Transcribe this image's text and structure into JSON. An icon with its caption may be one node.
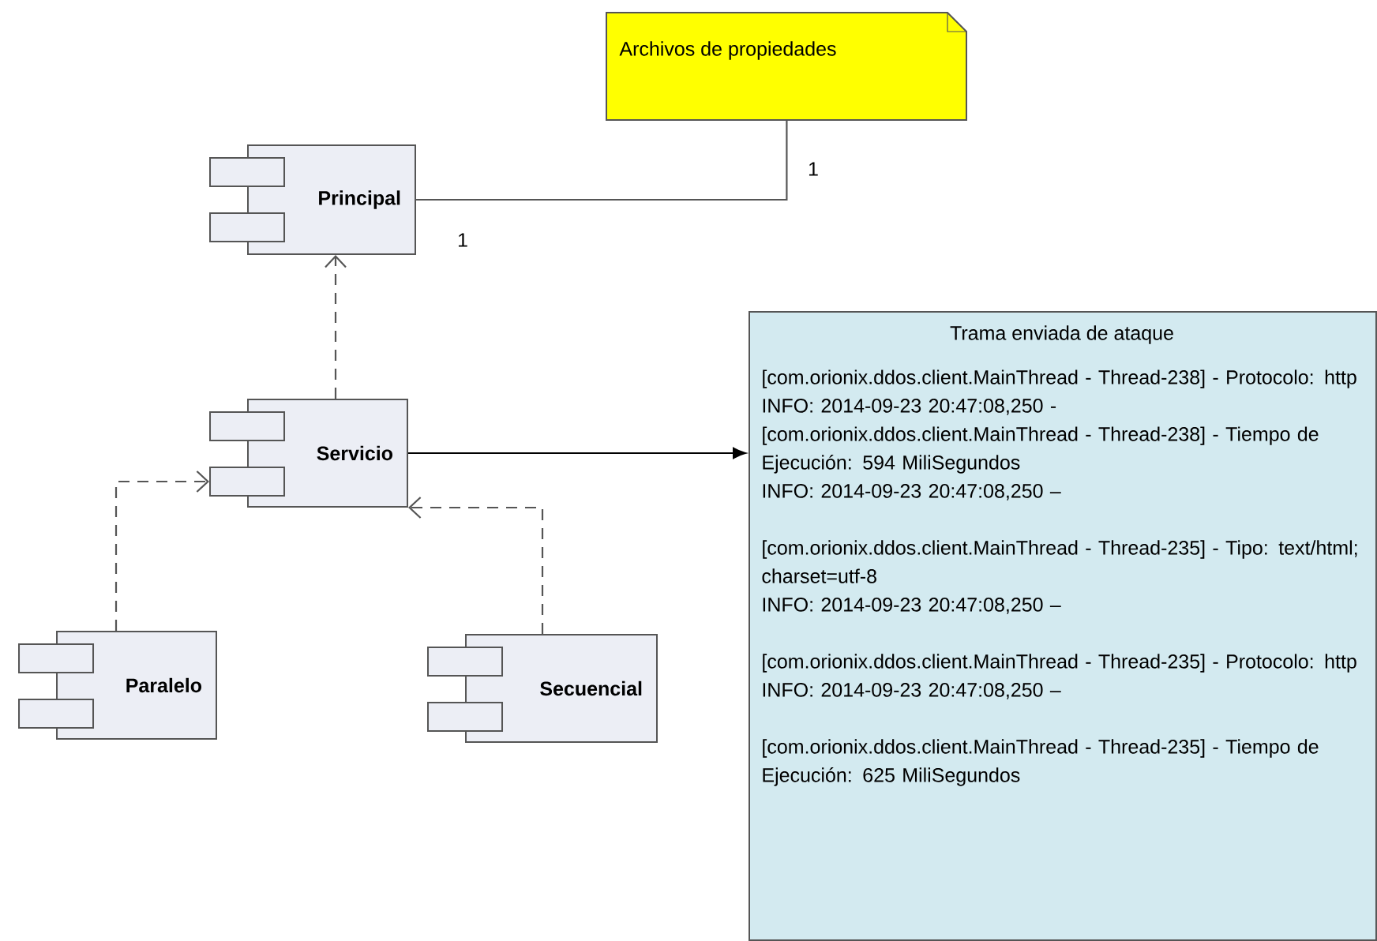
{
  "diagram": {
    "nodes": [
      {
        "text": [
          "Archivos de propiedades"
        ]
      },
      {
        "text": [
          "Principal"
        ]
      },
      {
        "text": [
          "Servicio"
        ]
      },
      {
        "text": [
          "Paralelo"
        ]
      },
      {
        "text": [
          "Secuencial"
        ]
      },
      {
        "text": [
          "Trama enviada de ataque",
          "[com.orionix.ddos.client.MainThread - Thread-238] - Protocolo: http",
          "INFO: 2014-09-23 20:47:08,250 -",
          "[com.orionix.ddos.client.MainThread - Thread-238] - Tiempo de Ejecución: 594 MiliSegundos",
          "INFO: 2014-09-23 20:47:08,250 –",
          "[com.orionix.ddos.client.MainThread - Thread-235] - Tipo: text/html; charset=utf-8",
          "INFO: 2014-09-23 20:47:08,250 –",
          "[com.orionix.ddos.client.MainThread - Thread-235] - Protocolo: http",
          "INFO: 2014-09-23 20:47:08,250 –",
          "[com.orionix.ddos.client.MainThread - Thread-235] - Tiempo de Ejecución: 625 MiliSegundos"
        ]
      }
    ],
    "edges": [
      {
        "from": 1,
        "to": 0,
        "arrow": "none"
      },
      {
        "from": 2,
        "to": 1,
        "arrow": "to",
        "style": "dashed"
      },
      {
        "from": 2,
        "to": 5,
        "arrow": "to"
      },
      {
        "from": 3,
        "to": 2,
        "arrow": "to",
        "style": "dashed"
      },
      {
        "from": 4,
        "to": 2,
        "arrow": "to",
        "style": "dashed"
      }
    ],
    "labels": [
      "1",
      "1"
    ]
  }
}
